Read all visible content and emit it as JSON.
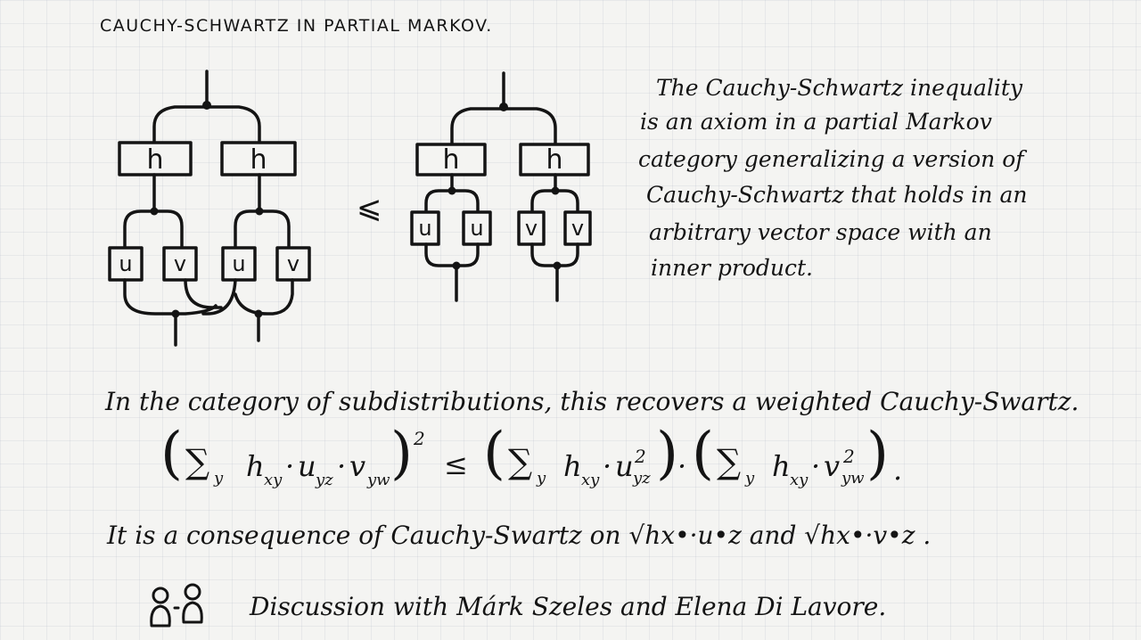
{
  "title": "CAUCHY-SCHWARTZ IN PARTIAL MARKOV.",
  "leq_symbol": "⩽",
  "labels": {
    "h": "h",
    "u": "u",
    "v": "v"
  },
  "description_lines": [
    "The Cauchy-Schwartz inequality",
    "is an axiom in a partial Markov",
    "category generalizing a version of",
    "Cauchy-Schwartz that holds in an",
    "arbitrary vector space with an",
    "inner product."
  ],
  "line1": "In the category of subdistributions, this recovers a weighted Cauchy-Swartz.",
  "formula": {
    "lparen": "(",
    "rparen": ")",
    "sum": "∑",
    "y": "y",
    "h": "h",
    "xy": "xy",
    "dot": "·",
    "u": "u",
    "v": "v",
    "yz": "yz",
    "yw": "yw",
    "two": "2",
    "leq": "≤",
    "period": "."
  },
  "line3": "It is a consequence of Cauchy-Swartz on √hx•·u•z and √hx•·v•z .",
  "line4": "Discussion with Márk Szeles and Elena Di Lavore."
}
